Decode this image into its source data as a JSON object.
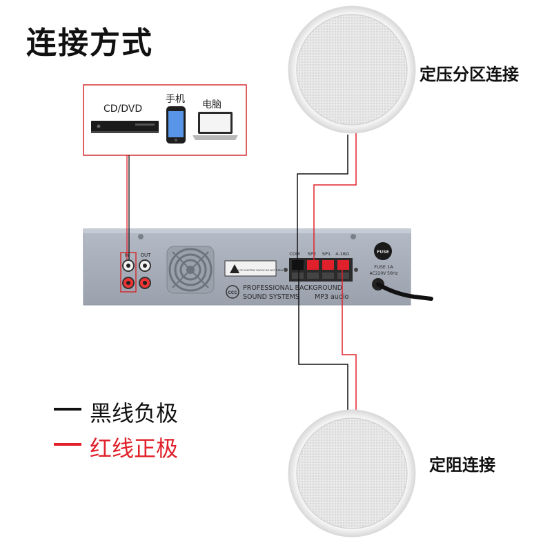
{
  "title": "连接方式",
  "sources": {
    "cd": "CD/DVD",
    "phone": "手机",
    "pc": "电脑"
  },
  "zones": {
    "constant_voltage": "定压分区连接",
    "constant_impedance": "定阻连接"
  },
  "legend": {
    "black": "黑线负极",
    "red": "红线正极"
  },
  "amp": {
    "in_label": "IN",
    "out_label": "OUT",
    "com_label": "COM",
    "sp2_label": "SP2",
    "sp1_label": "SP1",
    "ohm_label": "4-16Ω",
    "fuse_label": "FUSE 1A",
    "power_label": "AC220V 50Hz",
    "fuse_cap": "FUSE",
    "brand_line1": "PROFESSIONAL BACKGROUND",
    "brand_line2": "SOUND SYSTEMS",
    "brand_line3": "MP3 audio",
    "warning": "RISK OF ELECTRIC SHOCK DO NOT OPEN",
    "cert": "CCC"
  },
  "colors": {
    "wire_black": "#111111",
    "wire_red": "#e0202a",
    "panel": "#a7aeb9",
    "highlight_box": "#d32f2f"
  }
}
